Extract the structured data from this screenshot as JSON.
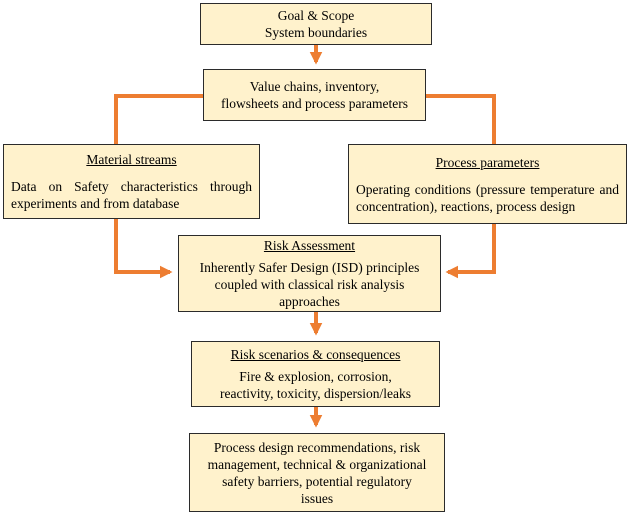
{
  "boxes": {
    "goal": {
      "line1": "Goal & Scope",
      "line2": "System boundaries"
    },
    "value": {
      "line1": "Value chains, inventory,",
      "line2": "flowsheets and process parameters"
    },
    "material": {
      "title": "Material streams",
      "body": "Data on Safety characteristics through experiments and from database"
    },
    "process": {
      "title": "Process parameters",
      "body": "Operating conditions (pressure temperature and concentration), reactions, process design"
    },
    "risk": {
      "title": "Risk Assessment",
      "line1": "Inherently Safer Design (ISD) principles",
      "line2": "coupled with classical risk analysis",
      "line3": "approaches"
    },
    "scenarios": {
      "title": "Risk scenarios & consequences",
      "line1": "Fire & explosion, corrosion,",
      "line2": "reactivity,  toxicity, dispersion/leaks"
    },
    "recommend": {
      "line1": "Process design recommendations,  risk",
      "line2": "management, technical & organizational",
      "line3": "safety barriers, potential regulatory",
      "line4": "issues"
    }
  },
  "colors": {
    "box_fill": "#fff2cc",
    "box_border": "#2b2b2b",
    "arrow": "#ed7d31"
  }
}
